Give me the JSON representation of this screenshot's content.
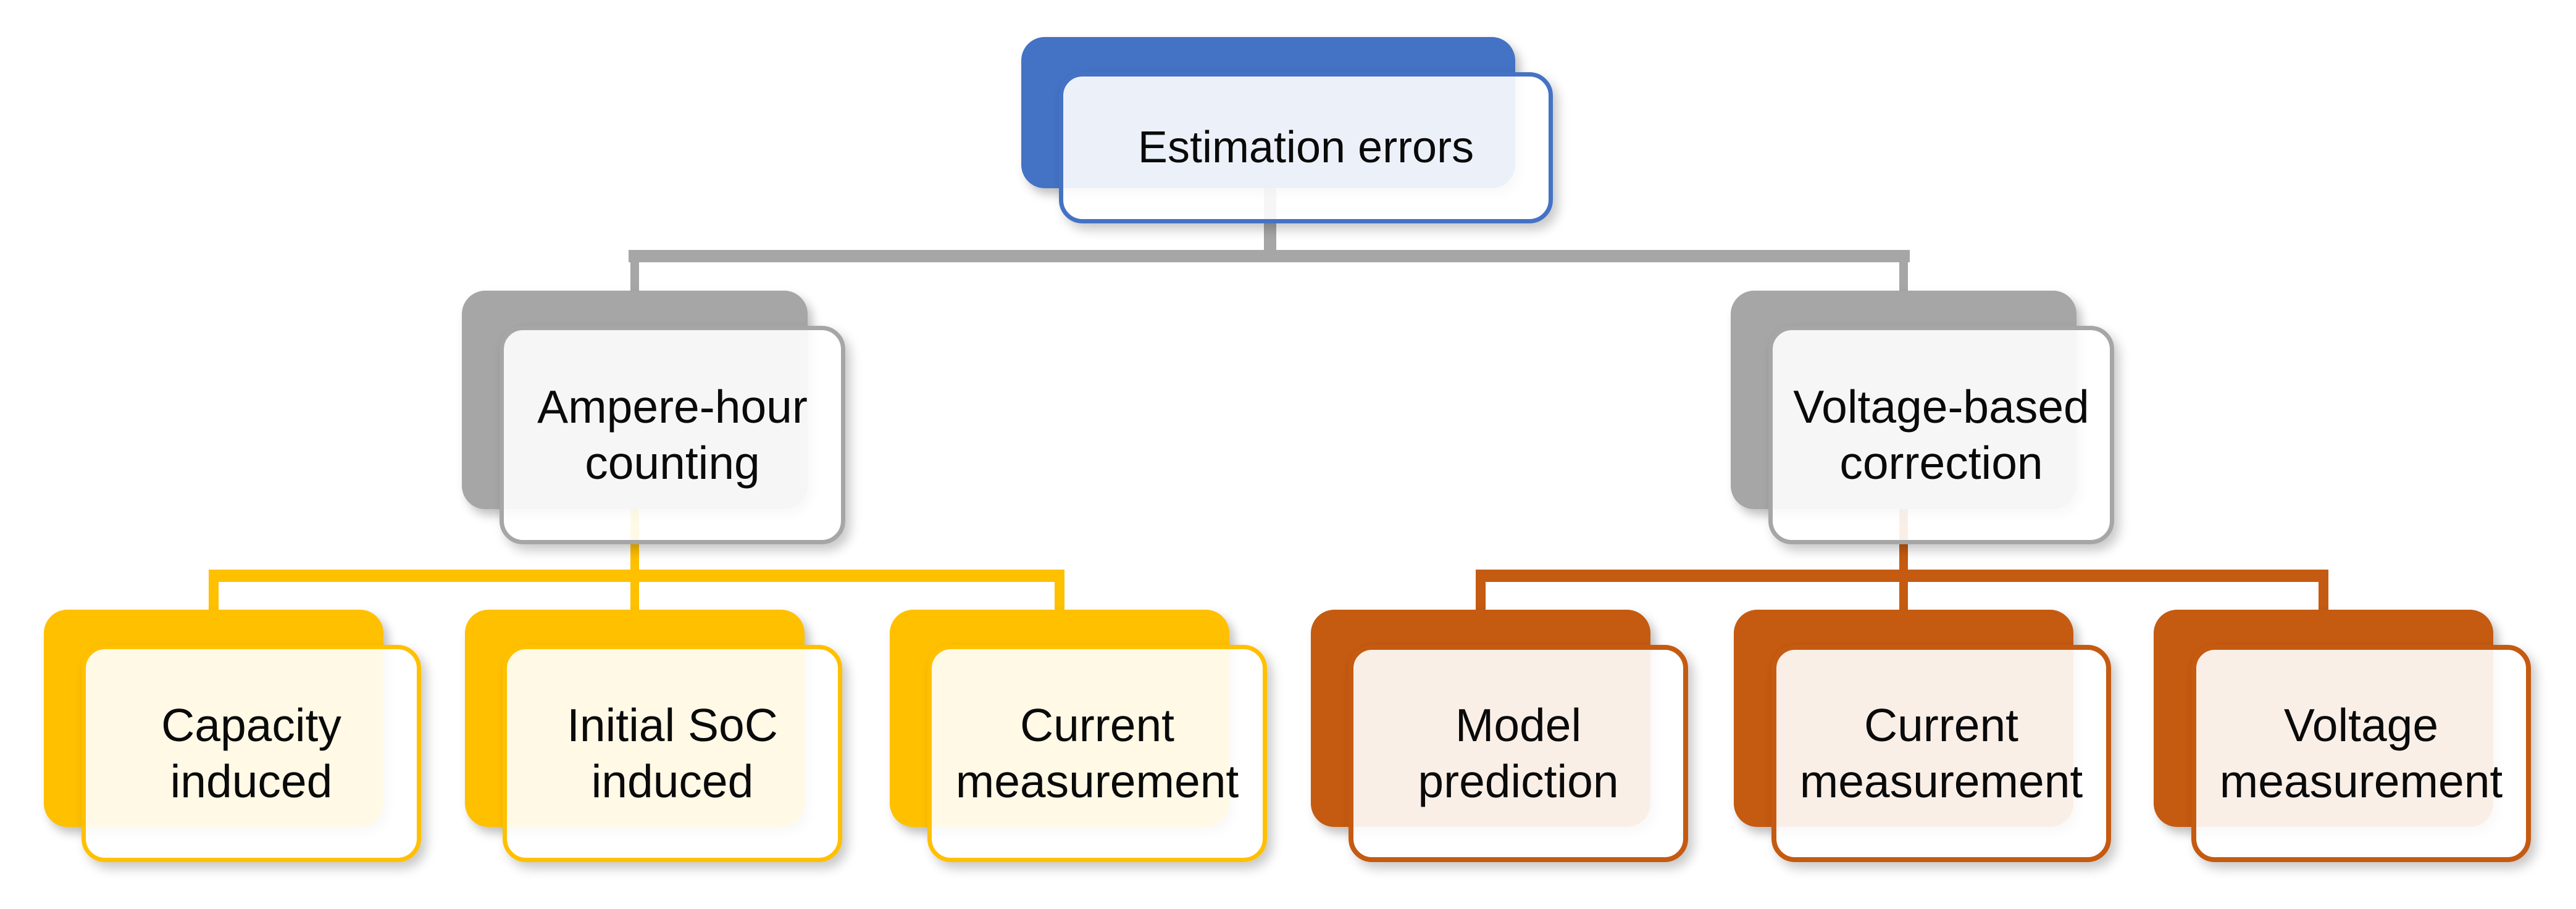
{
  "diagram": {
    "type": "hierarchy",
    "root": {
      "label": "Estimation errors",
      "accent_color": "#4472C4"
    },
    "branches": [
      {
        "label": "Ampere-hour\ncounting",
        "accent_color": "#A6A6A6",
        "child_connector_color": "#FFC000",
        "children": [
          {
            "label": "Capacity\ninduced",
            "accent_color": "#FFC000"
          },
          {
            "label": "Initial SoC\ninduced",
            "accent_color": "#FFC000"
          },
          {
            "label": "Current\nmeasurement",
            "accent_color": "#FFC000"
          }
        ]
      },
      {
        "label": "Voltage-based\ncorrection",
        "accent_color": "#A6A6A6",
        "child_connector_color": "#C55A11",
        "children": [
          {
            "label": "Model\nprediction",
            "accent_color": "#C55A11"
          },
          {
            "label": "Current\nmeasurement",
            "accent_color": "#C55A11"
          },
          {
            "label": "Voltage\nmeasurement",
            "accent_color": "#C55A11"
          }
        ]
      }
    ],
    "colors": {
      "root_accent": "#4472C4",
      "branch_accent": "#A6A6A6",
      "left_children_accent": "#FFC000",
      "right_children_accent": "#C55A11",
      "root_connector": "#A6A6A6",
      "text": "#0A0A0A",
      "background": "#FFFFFF"
    }
  }
}
